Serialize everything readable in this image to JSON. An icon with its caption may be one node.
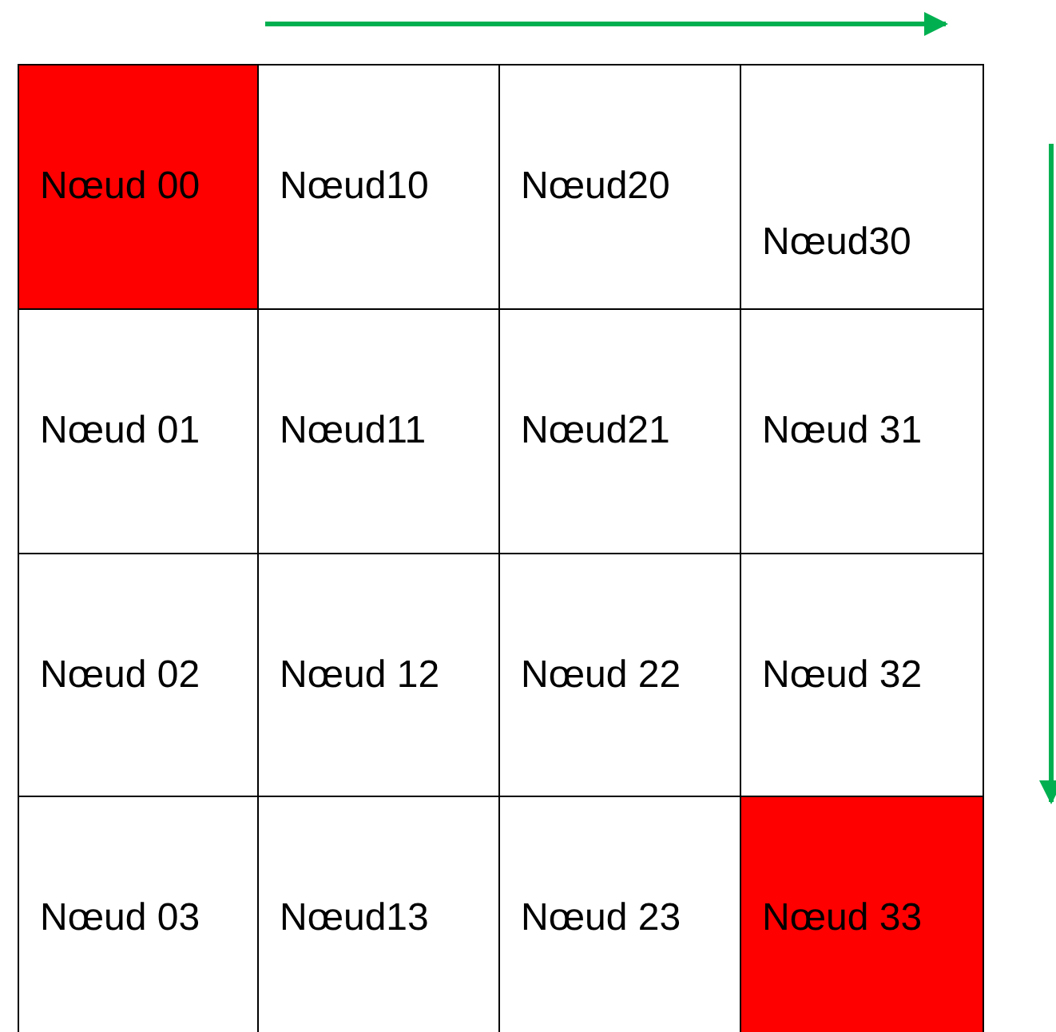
{
  "diagram": {
    "nodes": [
      {
        "text": [
          "Nœud 00"
        ]
      },
      {
        "text": [
          "Nœud10"
        ]
      },
      {
        "text": [
          "Nœud20"
        ]
      },
      {
        "text": [
          "Nœud30"
        ]
      },
      {
        "text": [
          "Nœud 01"
        ]
      },
      {
        "text": [
          "Nœud11"
        ]
      },
      {
        "text": [
          "Nœud21"
        ]
      },
      {
        "text": [
          "Nœud 31"
        ]
      },
      {
        "text": [
          "Nœud 02"
        ]
      },
      {
        "text": [
          "Nœud 12"
        ]
      },
      {
        "text": [
          "Nœud 22"
        ]
      },
      {
        "text": [
          "Nœud 32"
        ]
      },
      {
        "text": [
          "Nœud 03"
        ]
      },
      {
        "text": [
          "Nœud13"
        ]
      },
      {
        "text": [
          "Nœud 23"
        ]
      },
      {
        "text": [
          "Nœud 33"
        ]
      }
    ]
  }
}
